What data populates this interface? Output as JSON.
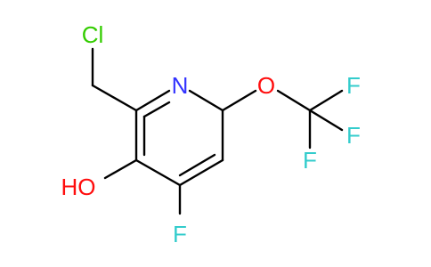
{
  "molecule": {
    "atoms": {
      "chlorine": {
        "label": "Cl",
        "color": "#33cc00"
      },
      "nitrogen": {
        "label": "N",
        "color": "#3333ff"
      },
      "hydroxyl": {
        "label": "HO",
        "color": "#ff0d0d"
      },
      "ring_fluorine": {
        "label": "F",
        "color": "#33cccc"
      },
      "ether_oxygen": {
        "label": "O",
        "color": "#ff0d0d"
      },
      "cf3_fluorine_top": {
        "label": "F",
        "color": "#33cccc"
      },
      "cf3_fluorine_right": {
        "label": "F",
        "color": "#33cccc"
      },
      "cf3_fluorine_bottom": {
        "label": "F",
        "color": "#33cccc"
      }
    },
    "bond_color": "#000000"
  }
}
